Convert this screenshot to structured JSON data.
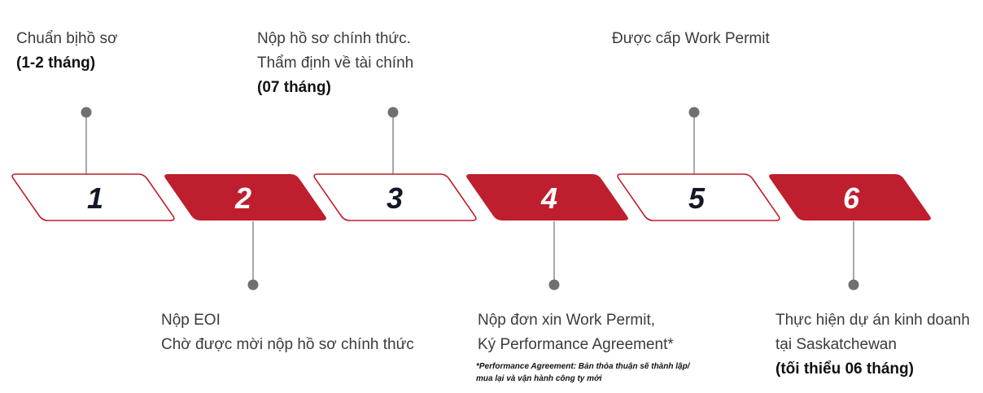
{
  "colors": {
    "accent": "#be1e2d",
    "outline_step": "#be1e2d",
    "outline_fill": "#ffffff",
    "connector": "#6d6d6d",
    "dot": "#707070",
    "number_dark": "#141826",
    "number_light": "#ffffff"
  },
  "steps": [
    {
      "number": "1",
      "style": "outline",
      "label_position": "above",
      "lines": [
        "Chuẩn bịhồ sơ"
      ],
      "bold": "(1-2 tháng)"
    },
    {
      "number": "2",
      "style": "filled",
      "label_position": "below",
      "lines": [
        "Nộp EOI",
        "Chờ được mời nộp hồ sơ chính thức"
      ],
      "bold": ""
    },
    {
      "number": "3",
      "style": "outline",
      "label_position": "above",
      "lines": [
        "Nộp hồ sơ chính thức.",
        "Thẩm định về tài chính"
      ],
      "bold": "(07 tháng)"
    },
    {
      "number": "4",
      "style": "filled",
      "label_position": "below",
      "lines": [
        "Nộp đơn xin Work Permit,",
        "Ký Performance Agreement*"
      ],
      "bold": ""
    },
    {
      "number": "5",
      "style": "outline",
      "label_position": "above",
      "lines": [
        "Được cấp Work Permit"
      ],
      "bold": ""
    },
    {
      "number": "6",
      "style": "filled",
      "label_position": "below",
      "lines": [
        "Thực hiện dự án kinh doanh",
        "tại Saskatchewan"
      ],
      "bold": "(tối thiểu 06 tháng)"
    }
  ],
  "footnote": [
    "*Performance Agreement: Bản thỏa thuận sẽ thành lập/",
    "mua lại và vận hành công ty mới"
  ]
}
